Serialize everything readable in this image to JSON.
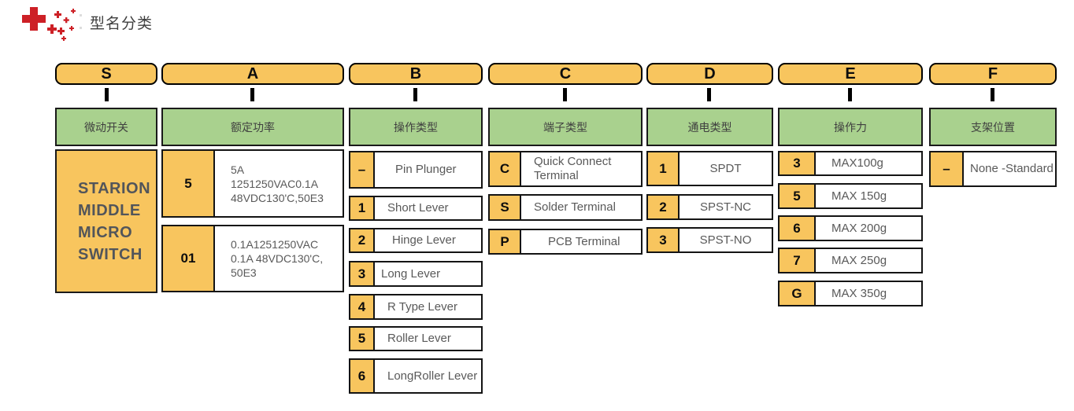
{
  "header": {
    "title": "型名分类",
    "logo": "red-cross-sparkles"
  },
  "colors": {
    "orange": "#F8C55E",
    "green": "#A9D18E",
    "border": "#000000",
    "logo_red": "#CD2026",
    "text_gray": "#595959"
  },
  "columns": [
    {
      "letter": "S",
      "category": "微动开关",
      "block": {
        "lines": [
          "STARION",
          "MIDDLE",
          "MICRO",
          "SWITCH"
        ]
      }
    },
    {
      "letter": "A",
      "category": "额定功率",
      "options": [
        {
          "code": "5",
          "label": "5A\n1251250VAC0.1A\n48VDC130'C,50E3"
        },
        {
          "code": "01",
          "label": "0.1A1251250VAC\n0.1A 48VDC130'C,\n50E3"
        }
      ]
    },
    {
      "letter": "B",
      "category": "操作类型",
      "options": [
        {
          "code": "–",
          "label": "Pin Plunger"
        },
        {
          "code": "1",
          "label": "Short Lever"
        },
        {
          "code": "2",
          "label": "Hinge Lever"
        },
        {
          "code": "3",
          "label": "Long Lever"
        },
        {
          "code": "4",
          "label": "R Type Lever"
        },
        {
          "code": "5",
          "label": "Roller Lever"
        },
        {
          "code": "6",
          "label": "LongRoller Lever"
        }
      ]
    },
    {
      "letter": "C",
      "category": "端子类型",
      "options": [
        {
          "code": "C",
          "label": "Quick Connect\nTerminal"
        },
        {
          "code": "S",
          "label": "Solder Terminal"
        },
        {
          "code": "P",
          "label": "PCB Terminal"
        }
      ]
    },
    {
      "letter": "D",
      "category": "通电类型",
      "options": [
        {
          "code": "1",
          "label": "SPDT"
        },
        {
          "code": "2",
          "label": "SPST-NC"
        },
        {
          "code": "3",
          "label": "SPST-NO"
        }
      ]
    },
    {
      "letter": "E",
      "category": "操作力",
      "options": [
        {
          "code": "3",
          "label": "MAX100g"
        },
        {
          "code": "5",
          "label": "MAX 150g"
        },
        {
          "code": "6",
          "label": "MAX 200g"
        },
        {
          "code": "7",
          "label": "MAX 250g"
        },
        {
          "code": "G",
          "label": "MAX 350g"
        }
      ]
    },
    {
      "letter": "F",
      "category": "支架位置",
      "options": [
        {
          "code": "–",
          "label": "None -Standard"
        }
      ]
    }
  ]
}
